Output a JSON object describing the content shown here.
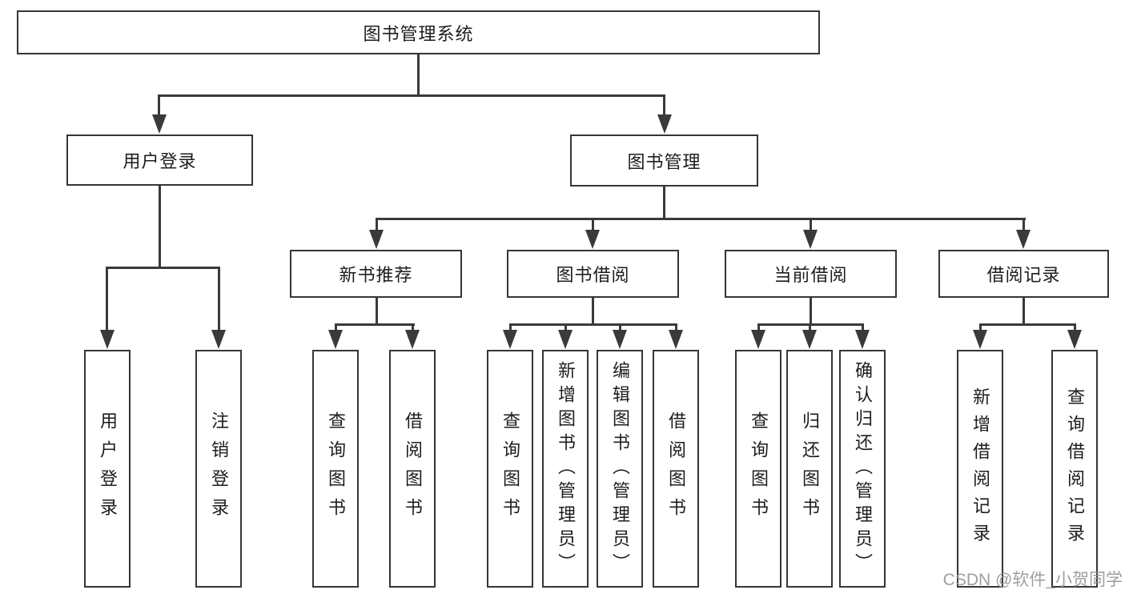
{
  "diagram": {
    "type": "functional-structure-tree",
    "line_color": "#3a3a3a",
    "box_border_color": "#363636",
    "box_fill": "#ffffff",
    "text_color": "#1d1d1d",
    "nodes": {
      "root": "图书管理系统",
      "user_login": "用户登录",
      "book_mgmt": "图书管理",
      "new_book_rec": "新书推荐",
      "book_borrow": "图书借阅",
      "current_borrow": "当前借阅",
      "borrow_record": "借阅记录",
      "leaf_login": "用户登录",
      "leaf_logout": "注销登录",
      "leaf_nb_query": "查询图书",
      "leaf_nb_borrow": "借阅图书",
      "leaf_bb_query": "查询图书",
      "leaf_bb_add": "新增图书（管理员）",
      "leaf_bb_edit": "编辑图书（管理员）",
      "leaf_bb_borrow": "借阅图书",
      "leaf_cb_query": "查询图书",
      "leaf_cb_return": "归还图书",
      "leaf_cb_confirm": "确认归还（管理员）",
      "leaf_br_add": "新增借阅记录",
      "leaf_br_query": "查询借阅记录"
    }
  },
  "watermark": "CSDN @软件_小贺同学"
}
